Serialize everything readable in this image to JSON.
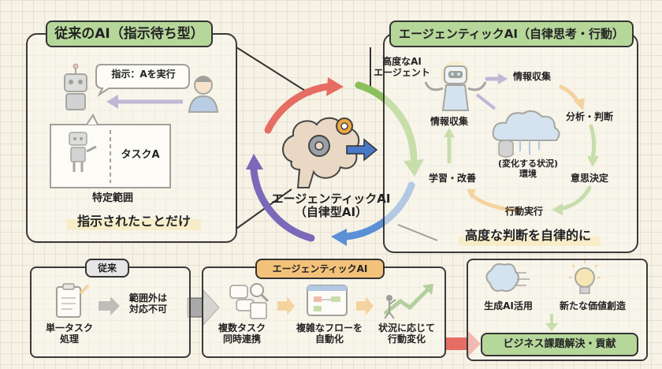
{
  "colors": {
    "green_title": "#b6d79a",
    "orange_tag": "#f3c27a",
    "arrow_red": "#e66d63",
    "arrow_green": "#8bbf5a",
    "arrow_blue": "#5b8fd6",
    "arrow_purple": "#7a69b8",
    "highlight_yellow": "#f3d98a"
  },
  "traditional": {
    "title": "従来のAI（指示待ち型）",
    "speech": "指示：Aを実行",
    "task": "タスクA",
    "scope_label": "特定範囲",
    "caption": "指示されたことだけ"
  },
  "agentic_panel": {
    "title": "エージェンティックAI（自律思考・行動）",
    "agent_label": "高度なAI\nエージェント",
    "cycle": {
      "collect_right": "情報収集",
      "analyze": "分析・判断",
      "decide": "意思決定",
      "act": "行動実行",
      "learn": "学習・改善",
      "collect_left": "情報収集",
      "environment": "(変化する状況)\n環境"
    },
    "caption": "高度な判断を自律的に"
  },
  "center": {
    "label": "エージェンティックAI\n（自律型AI）"
  },
  "comparison": {
    "old_tag": "従来",
    "single_task": "単一タスク\n処理",
    "out_of_scope": "範囲外は\n対応不可",
    "agentic_tag": "エージェンティックAI",
    "multi_task": "複数タスク\n同時連携",
    "flow_auto": "複雑なフローを\n自動化",
    "adaptive": "状況に応じて\n行動変化"
  },
  "business": {
    "gen_ai": "生成AI活用",
    "value": "新たな価値創造",
    "banner": "ビジネス課題解決・貢献"
  },
  "icons": [
    "robot-icon",
    "person-icon",
    "brain-gear-icon",
    "cloud-icon",
    "database-icon",
    "clipboard-icon",
    "chat-search-icon",
    "flowchart-icon",
    "growth-arrow-icon",
    "brain-circuit-icon",
    "lightbulb-icon"
  ]
}
